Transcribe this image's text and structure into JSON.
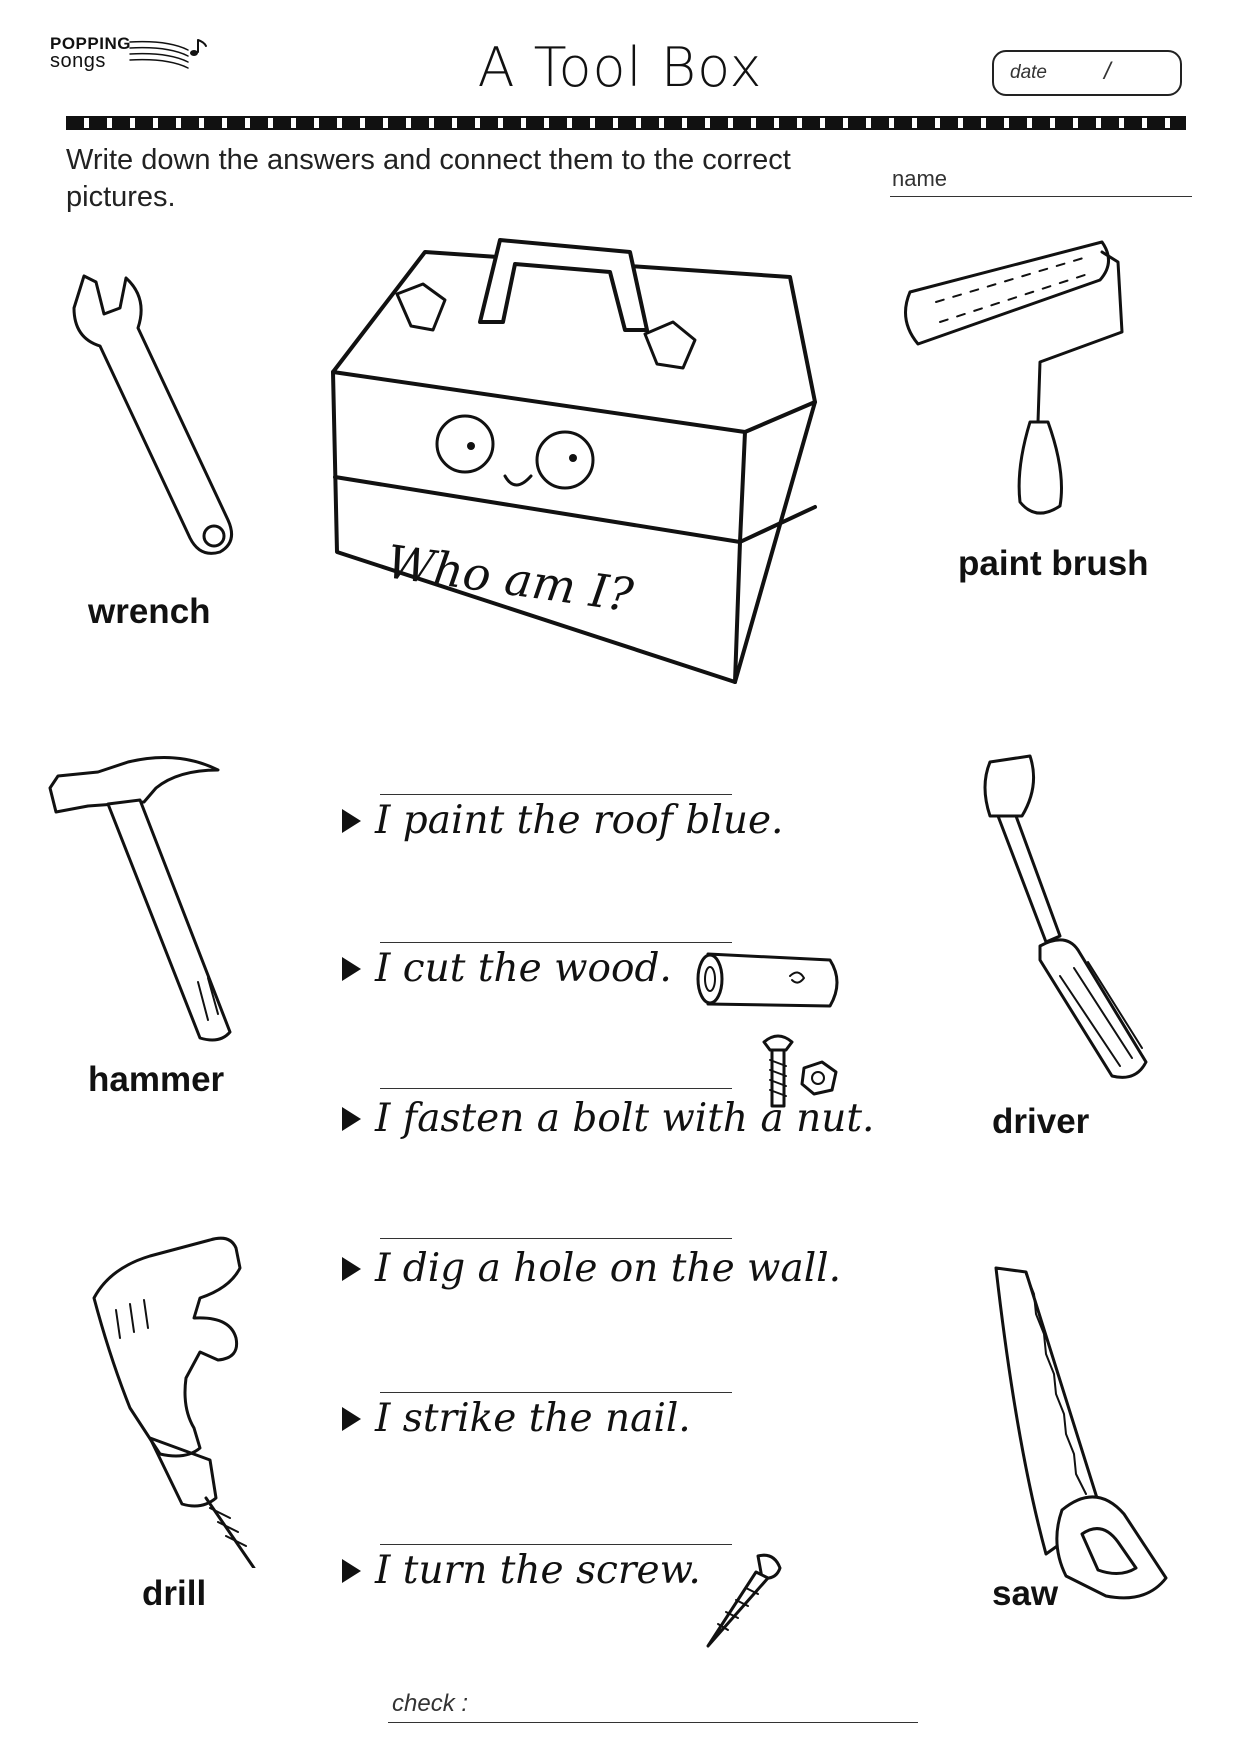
{
  "header": {
    "logo_top": "POPPING",
    "logo_bottom": "songs",
    "title": "A Tool Box",
    "date_label": "date",
    "date_sep": "/"
  },
  "instruction": "Write down the answers and connect them to the correct pictures.",
  "name_label": "name",
  "toolbox_text": "Who am I?",
  "tools": {
    "wrench": "wrench",
    "paint_brush": "paint brush",
    "hammer": "hammer",
    "driver": "driver",
    "drill": "drill",
    "saw": "saw"
  },
  "sentences": [
    "I paint the roof blue.",
    "I cut the wood.",
    "I fasten a bolt with a nut.",
    "I dig a hole on the wall.",
    "I strike the nail.",
    "I turn the screw."
  ],
  "check_label": "check :"
}
